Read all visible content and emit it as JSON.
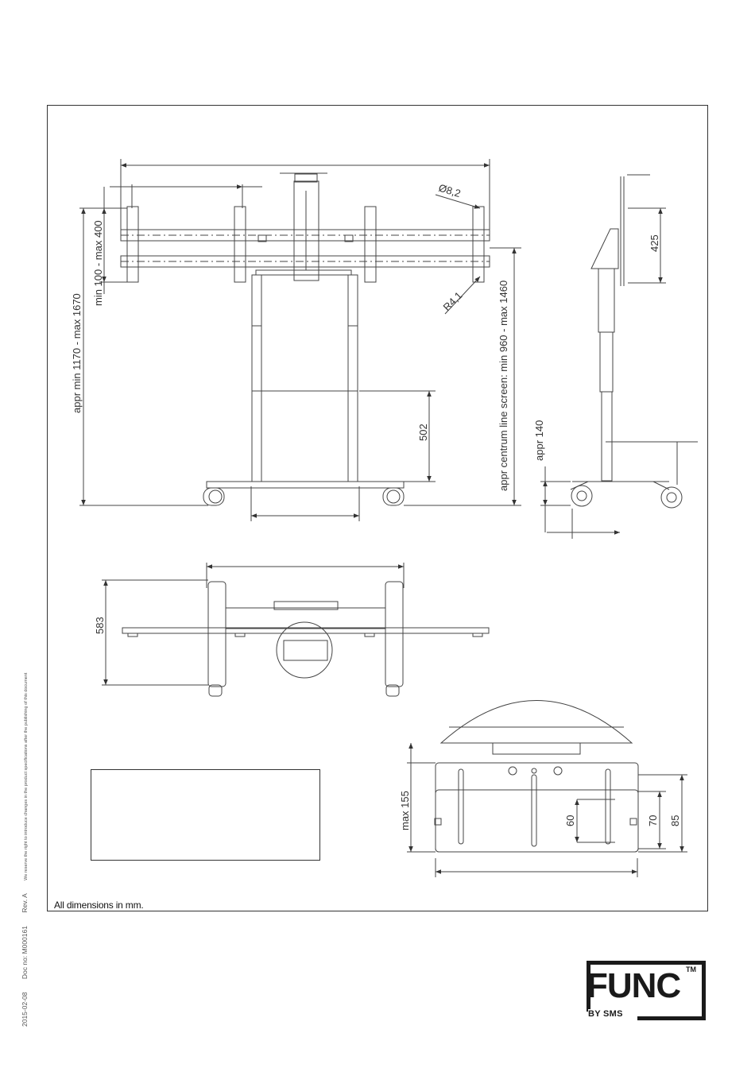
{
  "dimensions": {
    "overall_height": "appr min 1170 - max 1670",
    "vesa_height": "min 100 - max 400",
    "hole_diameter": "Ø8,2",
    "radius": "R4,1",
    "centre_line": "appr centrum line screen: min 960 - max 1460",
    "lower_column": "502",
    "side_top": "425",
    "side_base": "appr 140",
    "depth": "583",
    "bracket_height": "max 155",
    "slot_60": "60",
    "slot_70": "70",
    "slot_85": "85"
  },
  "footer_note": "All dimensions in mm.",
  "side_meta": {
    "date": "2015-02-08",
    "doc_no": "Doc no: M000161",
    "rev": "Rev. A",
    "disclaimer": "We reserve the right to introduce changes in the product specifications after the publishing of this document"
  },
  "logo": {
    "brand": "FUNC",
    "trademark": "TM",
    "sub": "BY SMS"
  }
}
